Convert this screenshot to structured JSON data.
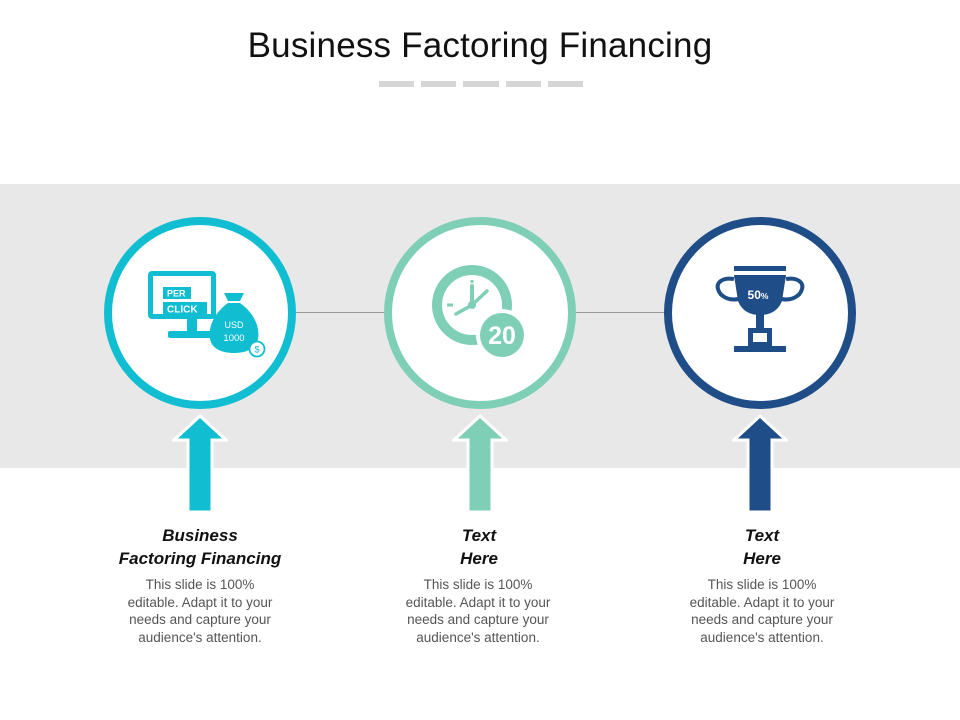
{
  "title": "Business Factoring Financing",
  "colors": {
    "item1": "#10bdd1",
    "item2": "#7ecfb6",
    "item3": "#1f4d87",
    "band": "#e8e8e8"
  },
  "items": [
    {
      "title_line1": "Business",
      "title_line2": "Factoring Financing",
      "desc_lines": [
        "This slide is 100%",
        "editable. Adapt it to your",
        "needs and capture your",
        "audience's attention."
      ],
      "icon": "pay-per-click-money-bag-icon",
      "icon_text": {
        "per": "PER",
        "click": "CLICK",
        "usd": "USD",
        "amount": "1000",
        "currency": "$"
      }
    },
    {
      "title_line1": "Text",
      "title_line2": "Here",
      "desc_lines": [
        "This slide is 100%",
        "editable. Adapt it to your",
        "needs and capture your",
        "audience's attention."
      ],
      "icon": "clock-number-icon",
      "icon_text": {
        "number": "20"
      }
    },
    {
      "title_line1": "Text",
      "title_line2": "Here",
      "desc_lines": [
        "This slide is 100%",
        "editable. Adapt it to your",
        "needs and capture your",
        "audience's attention."
      ],
      "icon": "trophy-percent-icon",
      "icon_text": {
        "percent_value": "50",
        "percent_sign": "%"
      }
    }
  ]
}
